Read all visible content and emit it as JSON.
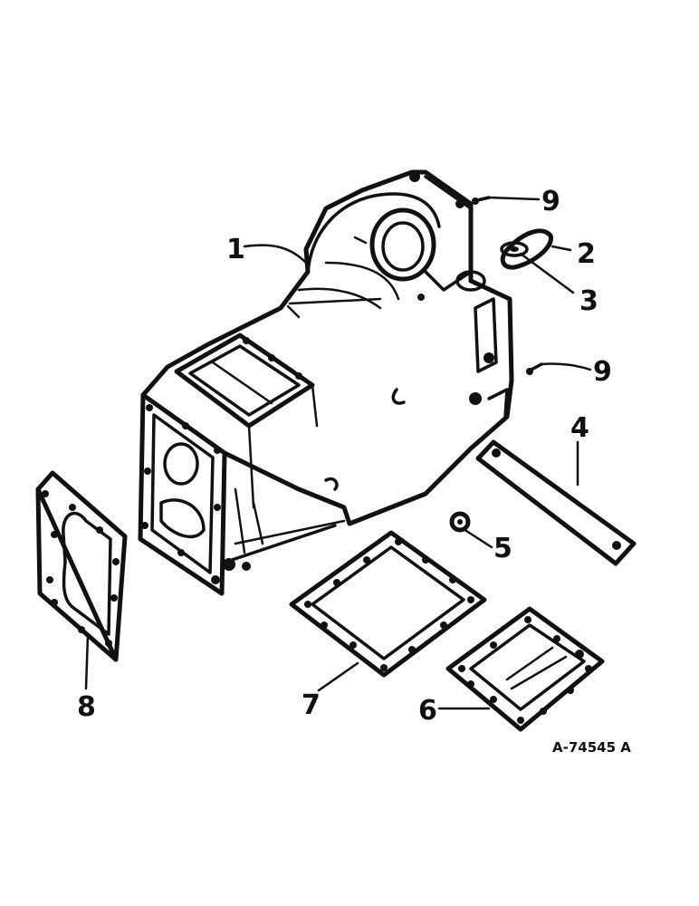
{
  "callouts": {
    "c1": "1",
    "c2": "2",
    "c3": "3",
    "c4": "4",
    "c5": "5",
    "c6": "6",
    "c7": "7",
    "c8": "8",
    "c9a": "9",
    "c9b": "9"
  },
  "figure_ref": "A-74545 A"
}
